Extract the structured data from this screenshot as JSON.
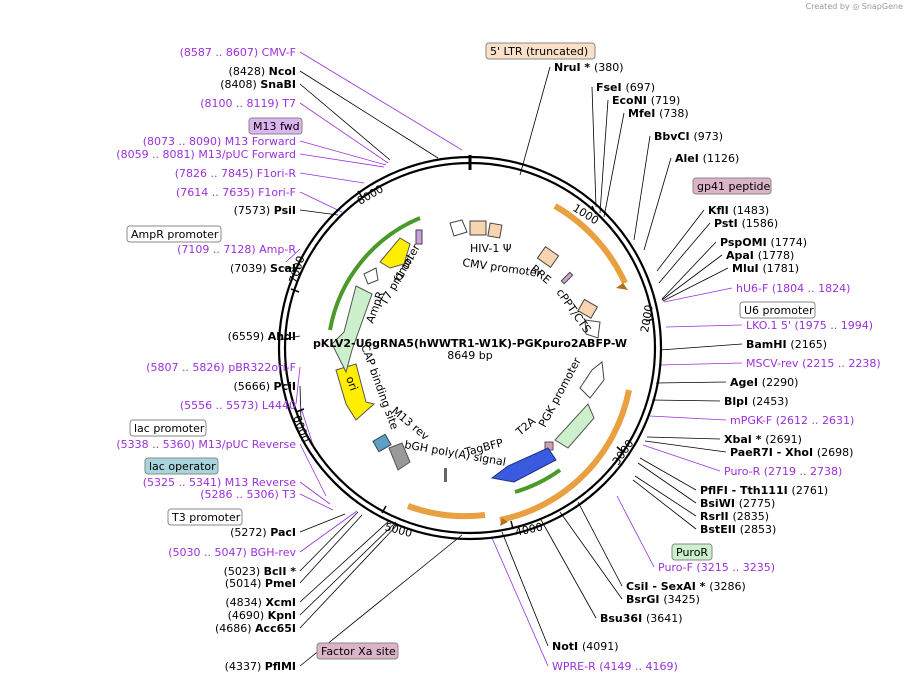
{
  "credit": {
    "prefix": "Created by",
    "brand": "SnapGene"
  },
  "plasmid": {
    "name": "pKLV2-U6gRNA5(hWWTR1-W1K)-PGKpuro2ABFP-W",
    "length": "8649 bp"
  },
  "ticks": [
    {
      "label": "1000"
    },
    {
      "label": "2000"
    },
    {
      "label": "3000"
    },
    {
      "label": "4000"
    },
    {
      "label": "5000"
    },
    {
      "label": "6000"
    },
    {
      "label": "7000"
    },
    {
      "label": "8000"
    }
  ],
  "feature_labels": {
    "hiv1_psi": "HIV-1 Ψ",
    "cmv_promoter": "CMV promoter",
    "rre": "RRE",
    "cppt_cts": "cPPT/CTS",
    "pgk_promoter": "PGK promoter",
    "t2a": "T2A",
    "tagbfp": "TagBFP",
    "bgh_polya": "bGH poly(A) signal",
    "m13_rev": "M13 rev",
    "cap_binding": "CAP binding site",
    "ori": "ori",
    "ampr": "AmpR",
    "f1_ori": "f1 ori",
    "t7_promoter": "T7 promoter"
  },
  "boxes": {
    "ltr": "5' LTR (truncated)",
    "m13fwd": "M13 fwd",
    "gp41": "gp41 peptide",
    "ampr_promoter": "AmpR promoter",
    "u6_promoter": "U6 promoter",
    "lac_promoter": "lac promoter",
    "lac_operator": "lac operator",
    "t3_promoter": "T3 promoter",
    "puror": "PuroR",
    "factor_xa": "Factor Xa site"
  },
  "colors": {
    "primer": "#9b30d9",
    "backbone": "#000000",
    "orange_feature": "#e8a040",
    "green_feature": "#4a9a2a",
    "blue_feature": "#3a5be0",
    "yellow_feature": "#ffee00",
    "light_green": "#ccf0cc",
    "lac_operator_bg": "#a8d4dc",
    "pink_bg": "#dcb4c8",
    "m13fwd_bg": "#dcb4f0",
    "ltr_bg": "#fbe0c8"
  },
  "left_annotations": [
    {
      "pos": "(8587 .. 8607)",
      "name": "CMV-F",
      "kind": "primer"
    },
    {
      "pos": "(8428)",
      "name": "NcoI",
      "kind": "enzyme"
    },
    {
      "pos": "(8408)",
      "name": "SnaBI",
      "kind": "enzyme"
    },
    {
      "pos": "(8100 .. 8119)",
      "name": "T7",
      "kind": "primer"
    },
    {
      "pos": "(8073 .. 8090)",
      "name": "M13 Forward",
      "kind": "primer"
    },
    {
      "pos": "(8059 .. 8081)",
      "name": "M13/pUC Forward",
      "kind": "primer"
    },
    {
      "pos": "(7826 .. 7845)",
      "name": "F1ori-R",
      "kind": "primer"
    },
    {
      "pos": "(7614 .. 7635)",
      "name": "F1ori-F",
      "kind": "primer"
    },
    {
      "pos": "(7573)",
      "name": "PsiI",
      "kind": "enzyme"
    },
    {
      "pos": "(7109 .. 7128)",
      "name": "Amp-R",
      "kind": "primer"
    },
    {
      "pos": "(7039)",
      "name": "ScaI",
      "kind": "enzyme"
    },
    {
      "pos": "(6559)",
      "name": "AhdI",
      "kind": "enzyme"
    },
    {
      "pos": "(5807 .. 5826)",
      "name": "pBR322ori-F",
      "kind": "primer"
    },
    {
      "pos": "(5666)",
      "name": "PciI",
      "kind": "enzyme"
    },
    {
      "pos": "(5556 .. 5573)",
      "name": "L4440",
      "kind": "primer"
    },
    {
      "pos": "(5338 .. 5360)",
      "name": "M13/pUC Reverse",
      "kind": "primer"
    },
    {
      "pos": "(5325 .. 5341)",
      "name": "M13 Reverse",
      "kind": "primer"
    },
    {
      "pos": "(5286 .. 5306)",
      "name": "T3",
      "kind": "primer"
    },
    {
      "pos": "(5272)",
      "name": "PacI",
      "kind": "enzyme"
    },
    {
      "pos": "(5030 .. 5047)",
      "name": "BGH-rev",
      "kind": "primer"
    },
    {
      "pos": "(5023)",
      "name": "BclI *",
      "kind": "enzyme"
    },
    {
      "pos": "(5014)",
      "name": "PmeI",
      "kind": "enzyme"
    },
    {
      "pos": "(4834)",
      "name": "XcmI",
      "kind": "enzyme"
    },
    {
      "pos": "(4690)",
      "name": "KpnI",
      "kind": "enzyme"
    },
    {
      "pos": "(4686)",
      "name": "Acc65I",
      "kind": "enzyme"
    },
    {
      "pos": "(4337)",
      "name": "PflMI",
      "kind": "enzyme"
    }
  ],
  "right_annotations": [
    {
      "name": "NruI *",
      "pos": "(380)",
      "kind": "enzyme"
    },
    {
      "name": "FseI",
      "pos": "(697)",
      "kind": "enzyme"
    },
    {
      "name": "EcoNI",
      "pos": "(719)",
      "kind": "enzyme"
    },
    {
      "name": "MfeI",
      "pos": "(738)",
      "kind": "enzyme"
    },
    {
      "name": "BbvCI",
      "pos": "(973)",
      "kind": "enzyme"
    },
    {
      "name": "AleI",
      "pos": "(1126)",
      "kind": "enzyme"
    },
    {
      "name": "KflI",
      "pos": "(1483)",
      "kind": "enzyme"
    },
    {
      "name": "PstI",
      "pos": "(1586)",
      "kind": "enzyme"
    },
    {
      "name": "PspOMI",
      "pos": "(1774)",
      "kind": "enzyme"
    },
    {
      "name": "ApaI",
      "pos": "(1778)",
      "kind": "enzyme"
    },
    {
      "name": "MluI",
      "pos": "(1781)",
      "kind": "enzyme"
    },
    {
      "name": "hU6-F",
      "pos": "(1804 .. 1824)",
      "kind": "primer"
    },
    {
      "name": "LKO.1 5'",
      "pos": "(1975 .. 1994)",
      "kind": "primer"
    },
    {
      "name": "BamHI",
      "pos": "(2165)",
      "kind": "enzyme"
    },
    {
      "name": "MSCV-rev",
      "pos": "(2215 .. 2238)",
      "kind": "primer"
    },
    {
      "name": "AgeI",
      "pos": "(2290)",
      "kind": "enzyme"
    },
    {
      "name": "BlpI",
      "pos": "(2453)",
      "kind": "enzyme"
    },
    {
      "name": "mPGK-F",
      "pos": "(2612 .. 2631)",
      "kind": "primer"
    },
    {
      "name": "XbaI *",
      "pos": "(2691)",
      "kind": "enzyme"
    },
    {
      "name": "PaeR7I - XhoI",
      "pos": "(2698)",
      "kind": "enzyme"
    },
    {
      "name": "Puro-R",
      "pos": "(2719 .. 2738)",
      "kind": "primer"
    },
    {
      "name": "PflFI - Tth111I",
      "pos": "(2761)",
      "kind": "enzyme"
    },
    {
      "name": "BsiWI",
      "pos": "(2775)",
      "kind": "enzyme"
    },
    {
      "name": "RsrII",
      "pos": "(2835)",
      "kind": "enzyme"
    },
    {
      "name": "BstEII",
      "pos": "(2853)",
      "kind": "enzyme"
    },
    {
      "name": "Puro-F",
      "pos": "(3215 .. 3235)",
      "kind": "primer"
    },
    {
      "name": "CsiI - SexAI *",
      "pos": "(3286)",
      "kind": "enzyme"
    },
    {
      "name": "BsrGI",
      "pos": "(3425)",
      "kind": "enzyme"
    },
    {
      "name": "Bsu36I",
      "pos": "(3641)",
      "kind": "enzyme"
    },
    {
      "name": "NotI",
      "pos": "(4091)",
      "kind": "enzyme"
    },
    {
      "name": "WPRE-R",
      "pos": "(4149 .. 4169)",
      "kind": "primer"
    }
  ]
}
